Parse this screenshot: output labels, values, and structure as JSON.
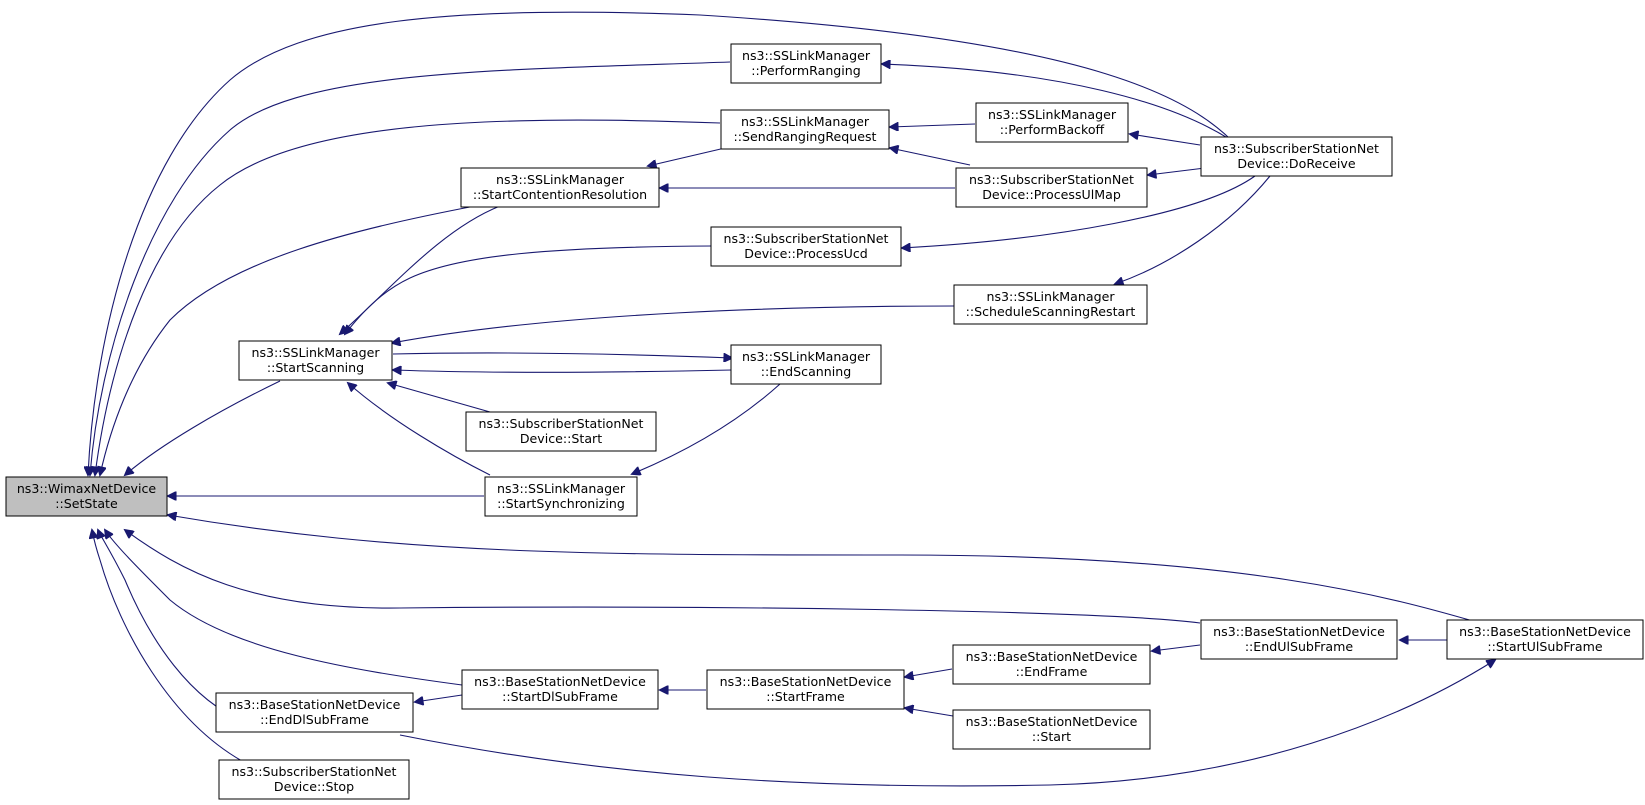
{
  "colors": {
    "edge": "#191970",
    "highlight_node": "#bfbfbf",
    "node_fill": "#ffffff",
    "node_stroke": "#000000"
  },
  "nodes": {
    "root": {
      "line1": "ns3::WimaxNetDevice",
      "line2": "::SetState"
    },
    "performRanging": {
      "line1": "ns3::SSLinkManager",
      "line2": "::PerformRanging"
    },
    "sendRanging": {
      "line1": "ns3::SSLinkManager",
      "line2": "::SendRangingRequest"
    },
    "backoff": {
      "line1": "ns3::SSLinkManager",
      "line2": "::PerformBackoff"
    },
    "doReceive": {
      "line1": "ns3::SubscriberStationNet",
      "line2": "Device::DoReceive"
    },
    "contention": {
      "line1": "ns3::SSLinkManager",
      "line2": "::StartContentionResolution"
    },
    "ulMap": {
      "line1": "ns3::SubscriberStationNet",
      "line2": "Device::ProcessUlMap"
    },
    "ucd": {
      "line1": "ns3::SubscriberStationNet",
      "line2": "Device::ProcessUcd"
    },
    "restart": {
      "line1": "ns3::SSLinkManager",
      "line2": "::ScheduleScanningRestart"
    },
    "scanning": {
      "line1": "ns3::SSLinkManager",
      "line2": "::StartScanning"
    },
    "endScanning": {
      "line1": "ns3::SSLinkManager",
      "line2": "::EndScanning"
    },
    "ssStart": {
      "line1": "ns3::SubscriberStationNet",
      "line2": "Device::Start"
    },
    "sync": {
      "line1": "ns3::SSLinkManager",
      "line2": "::StartSynchronizing"
    },
    "endUl": {
      "line1": "ns3::BaseStationNetDevice",
      "line2": "::EndUlSubFrame"
    },
    "startUl": {
      "line1": "ns3::BaseStationNetDevice",
      "line2": "::StartUlSubFrame"
    },
    "endFrame": {
      "line1": "ns3::BaseStationNetDevice",
      "line2": "::EndFrame"
    },
    "startDl": {
      "line1": "ns3::BaseStationNetDevice",
      "line2": "::StartDlSubFrame"
    },
    "startFrame": {
      "line1": "ns3::BaseStationNetDevice",
      "line2": "::StartFrame"
    },
    "endDl": {
      "line1": "ns3::BaseStationNetDevice",
      "line2": "::EndDlSubFrame"
    },
    "bsStart": {
      "line1": "ns3::BaseStationNetDevice",
      "line2": "::Start"
    },
    "ssStop": {
      "line1": "ns3::SubscriberStationNet",
      "line2": "Device::Stop"
    }
  }
}
